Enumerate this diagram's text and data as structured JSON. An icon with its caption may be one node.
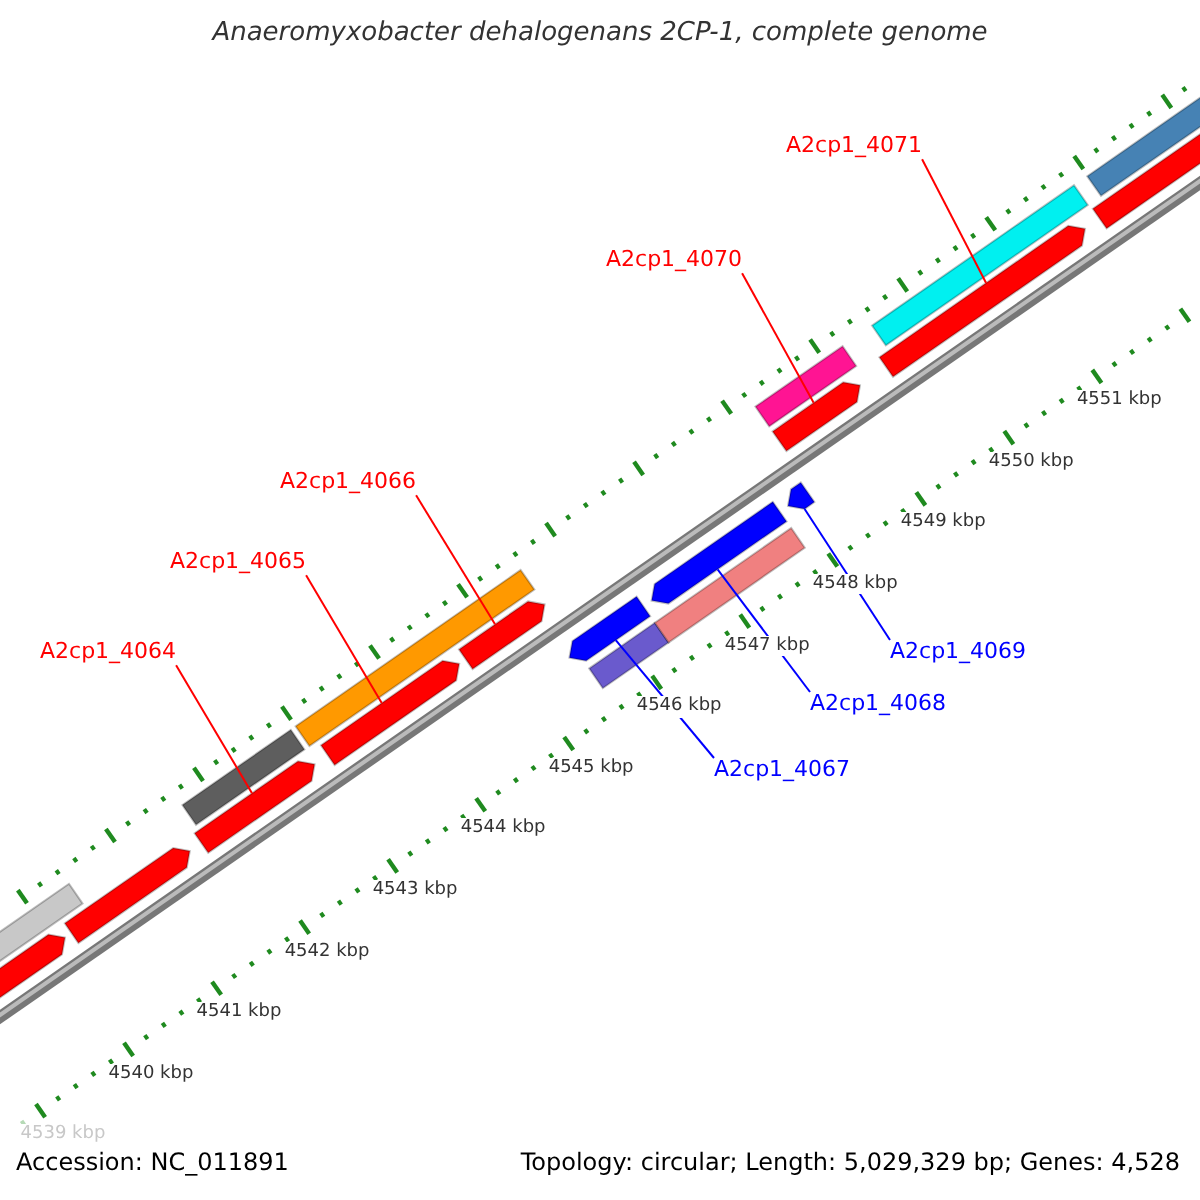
{
  "diagram": {
    "title": "Anaeromyxobacter dehalogenans 2CP-1, complete genome",
    "nodes": [
      {
        "text": [
          "A2cp1_4071"
        ]
      },
      {
        "text": [
          "A2cp1_4070"
        ]
      },
      {
        "text": [
          "A2cp1_4066"
        ]
      },
      {
        "text": [
          "A2cp1_4065"
        ]
      },
      {
        "text": [
          "A2cp1_4064"
        ]
      },
      {
        "text": [
          "A2cp1_4069"
        ]
      },
      {
        "text": [
          "A2cp1_4068"
        ]
      },
      {
        "text": [
          "A2cp1_4067"
        ]
      },
      {
        "text": [],
        "shape": "bar"
      },
      {
        "text": [],
        "shape": "bar"
      },
      {
        "text": [],
        "shape": "bar"
      },
      {
        "text": [],
        "shape": "bar"
      },
      {
        "text": [],
        "shape": "bar"
      },
      {
        "text": [],
        "shape": "bar"
      },
      {
        "text": [],
        "shape": "bar"
      },
      {
        "text": [],
        "shape": "bar"
      },
      {
        "text": [],
        "shape": "bar"
      },
      {
        "text": [],
        "shape": "bar"
      },
      {
        "text": [],
        "shape": "bar"
      },
      {
        "text": [],
        "shape": "bar"
      },
      {
        "text": [],
        "shape": "bar"
      },
      {
        "text": [],
        "shape": "bar"
      },
      {
        "text": [],
        "shape": "bar"
      },
      {
        "text": [],
        "shape": "bar"
      },
      {
        "text": [],
        "shape": "bar"
      },
      {
        "text": [],
        "shape": "bar"
      },
      {
        "text": [],
        "shape": "bar"
      }
    ],
    "edges": [
      {
        "from": 0,
        "to": 24,
        "arrow": "none"
      },
      {
        "from": 1,
        "to": 22,
        "arrow": "none"
      },
      {
        "from": 2,
        "to": 15,
        "arrow": "none"
      },
      {
        "from": 3,
        "to": 14,
        "arrow": "none"
      },
      {
        "from": 4,
        "to": 12,
        "arrow": "none"
      },
      {
        "from": 5,
        "to": 20,
        "arrow": "none",
        "color": "#0000ff"
      },
      {
        "from": 6,
        "to": 18,
        "arrow": "none",
        "color": "#0000ff"
      },
      {
        "from": 7,
        "to": 17,
        "arrow": "none",
        "color": "#0000ff"
      }
    ],
    "labels": [
      "4551 kbp",
      "4550 kbp",
      "4549 kbp",
      "4548 kbp",
      "4547 kbp",
      "4546 kbp",
      "4545 kbp",
      "4544 kbp",
      "4543 kbp",
      "4542 kbp",
      "4541 kbp",
      "4540 kbp",
      "4539 kbp",
      "Accession: NC_011891",
      "Topology: circular; Length: 5,029,329 bp; Genes: 4,528"
    ]
  }
}
